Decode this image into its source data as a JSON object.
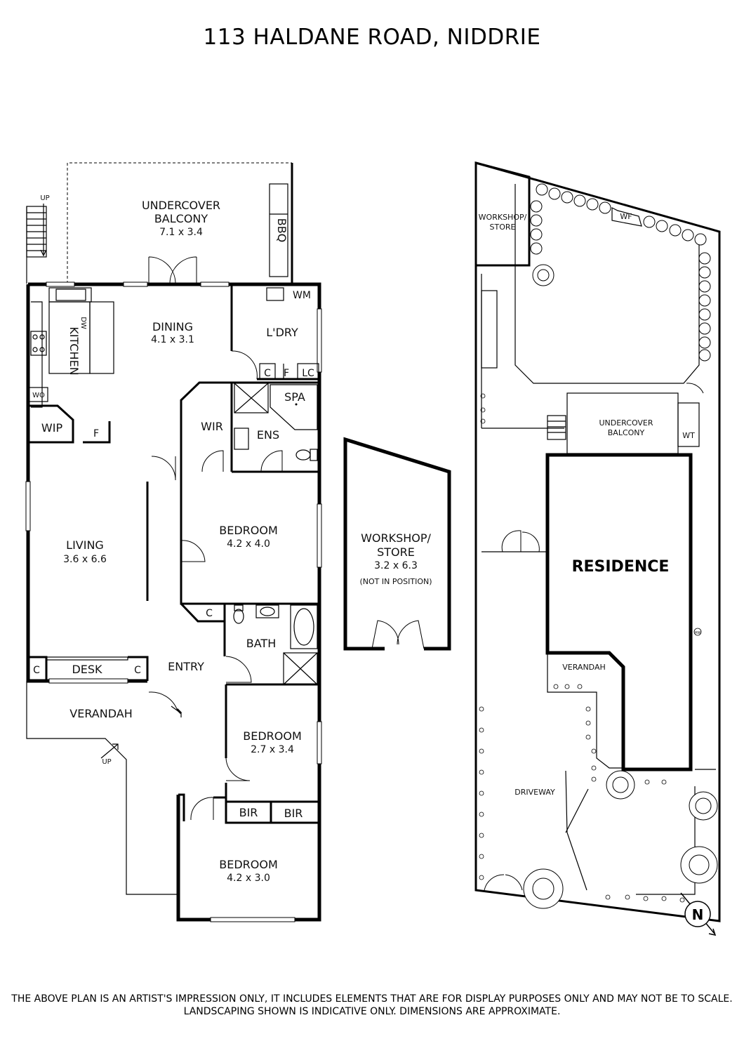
{
  "title": "113 HALDANE ROAD, NIDDRIE",
  "floor_plan": {
    "rooms": {
      "undercover_balcony": {
        "label_1": "UNDERCOVER",
        "label_2": "BALCONY",
        "dims": "7.1 x 3.4"
      },
      "bbq": "BBQ",
      "dining": {
        "label": "DINING",
        "dims": "4.1 x 3.1"
      },
      "kitchen": "KITCHEN",
      "dw": "DW",
      "wo": "WO",
      "laundry": "L'DRY",
      "wm": "WM",
      "c_laundry": "C",
      "f_laundry": "F",
      "lc": "LC",
      "wip": "WIP",
      "f_wip": "F",
      "wir": "WIR",
      "ens": "ENS",
      "spa": "SPA",
      "living": {
        "label": "LIVING",
        "dims": "3.6 x 6.6"
      },
      "bedroom_1": {
        "label": "BEDROOM",
        "dims": "4.2 x 4.0"
      },
      "c_hall": "C",
      "bath": "BATH",
      "entry": "ENTRY",
      "c_desk_left": "C",
      "desk": "DESK",
      "c_desk_right": "C",
      "verandah": "VERANDAH",
      "up_stairs": "UP",
      "up_verandah": "UP",
      "bedroom_2": {
        "label": "BEDROOM",
        "dims": "2.7 x 3.4"
      },
      "bir_1": "BIR",
      "bir_2": "BIR",
      "bedroom_3": {
        "label": "BEDROOM",
        "dims": "4.2 x 3.0"
      }
    },
    "workshop": {
      "label_1": "WORKSHOP/",
      "label_2": "STORE",
      "dims": "3.2 x 6.3",
      "note": "(NOT IN POSITION)"
    }
  },
  "site_plan": {
    "workshop_1": "WORKSHOP/",
    "workshop_2": "STORE",
    "wf": "WF",
    "balcony_1": "UNDERCOVER",
    "balcony_2": "BALCONY",
    "wt": "WT",
    "residence": "RESIDENCE",
    "verandah": "VERANDAH",
    "driveway": "DRIVEWAY",
    "hw": "HW"
  },
  "compass": "N",
  "disclaimer_line_1": "THE ABOVE PLAN IS AN ARTIST'S IMPRESSION ONLY, IT INCLUDES ELEMENTS THAT ARE FOR DISPLAY PURPOSES ONLY AND MAY NOT BE TO SCALE.",
  "disclaimer_line_2": "LANDSCAPING SHOWN IS INDICATIVE ONLY. DIMENSIONS ARE APPROXIMATE."
}
